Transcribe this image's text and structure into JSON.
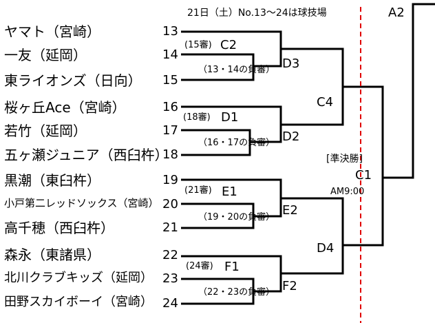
{
  "header": "21日（土）No.13～24は球技場",
  "teams": [
    {
      "name": "ヤマト（宮崎）",
      "no": "13"
    },
    {
      "name": "一友（延岡）",
      "no": "14"
    },
    {
      "name": "東ライオンズ（日向）",
      "no": "15"
    },
    {
      "name": "桜ヶ丘Ace（宮崎）",
      "no": "16"
    },
    {
      "name": "若竹（延岡）",
      "no": "17"
    },
    {
      "name": "五ヶ瀬ジュニア（西臼杵）",
      "no": "18"
    },
    {
      "name": "黒潮（東臼杵）",
      "no": "19"
    },
    {
      "name": "小戸第二レッドソックス（宮崎）",
      "no": "20"
    },
    {
      "name": "高千穂（西臼杵）",
      "no": "21"
    },
    {
      "name": "森永（東諸県）",
      "no": "22"
    },
    {
      "name": "北川クラブキッズ（延岡）",
      "no": "23"
    },
    {
      "name": "田野スカイボーイ（宮崎）",
      "no": "24"
    }
  ],
  "games": {
    "c2": "C2",
    "c2_ref": "(15審)",
    "d3": "D3",
    "d3_note": "（13・14の負審）",
    "d1": "D1",
    "d1_ref": "(18審)",
    "d2": "D2",
    "d2_note": "（16・17の負審）",
    "e1": "E1",
    "e1_ref": "(21審)",
    "e2": "E2",
    "e2_note": "（19・20の負審）",
    "f1": "F1",
    "f1_ref": "(24審)",
    "f2": "F2",
    "f2_note": "（22・23の負審）",
    "c4": "C4",
    "d4": "D4",
    "c1": "C1",
    "c1_stage": "[準決勝]",
    "c1_time": "AM9:00",
    "a2": "A2"
  },
  "colors": {
    "lines": "#000000",
    "divider": "#e00000"
  }
}
